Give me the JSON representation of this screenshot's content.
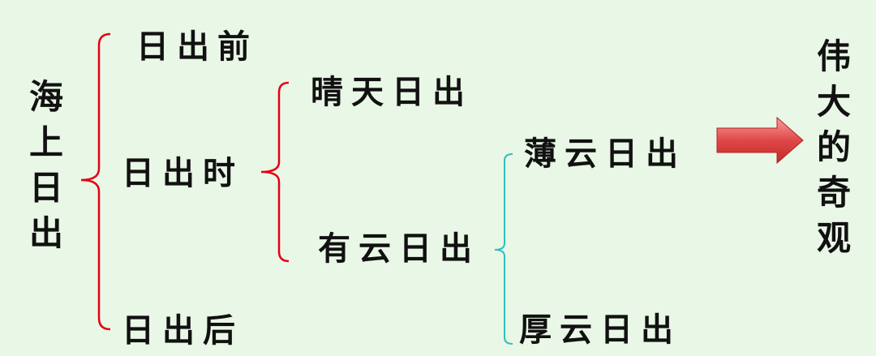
{
  "colors": {
    "background": "#e9f7e6",
    "bracket_primary": "#e60012",
    "bracket_secondary": "#2fbfbf",
    "arrow": "#e04040"
  },
  "root": {
    "label": "海上日出"
  },
  "level1": {
    "before": "日出前",
    "during": "日出时",
    "after": "日出后"
  },
  "level2": {
    "clear": "晴天日出",
    "cloudy": "有云日出"
  },
  "level3": {
    "thin": "薄云日出",
    "thick": "厚云日出"
  },
  "conclusion": {
    "label": "伟大的奇观"
  }
}
